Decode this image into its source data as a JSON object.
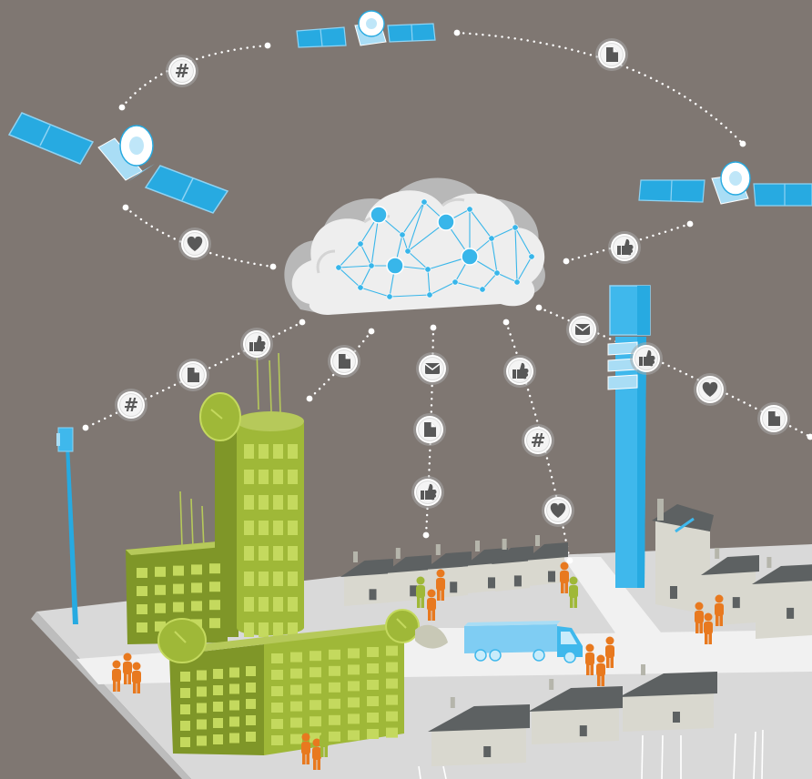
{
  "colors": {
    "background": "#7f7772",
    "cloud": "#eeeeee",
    "network": "#38b6ea",
    "satellite_panel": "#27aae1",
    "satellite_body": "#a9ddf5",
    "tower": "#3fb8ec",
    "building_green": "#9fb838",
    "building_green_dark": "#7f9628",
    "window": "#c4d95e",
    "house_wall": "#d9d8cf",
    "house_roof": "#5d6162",
    "ground": "#d9d9d9",
    "road": "#f1f1f1",
    "person_orange": "#e8791f",
    "person_green": "#9fb838",
    "truck": "#7fcdf3",
    "icon_fill": "#585858",
    "icon_border": "#ffffff"
  },
  "icon_glyphs": {
    "hashtag": "#",
    "document": "document-icon",
    "like": "thumbs-up-icon",
    "heart": "heart-icon",
    "mail": "envelope-icon"
  },
  "links": [
    {
      "id": "sat-left-to-top",
      "icons": [
        "hashtag"
      ]
    },
    {
      "id": "sat-top-to-right",
      "icons": [
        "document"
      ]
    },
    {
      "id": "sat-left-to-cloud",
      "icons": [
        "heart"
      ]
    },
    {
      "id": "sat-right-to-cloud",
      "icons": [
        "like"
      ]
    },
    {
      "id": "cloud-to-antenna",
      "icons": [
        "like",
        "document",
        "hashtag"
      ]
    },
    {
      "id": "cloud-to-office",
      "icons": [
        "document"
      ]
    },
    {
      "id": "cloud-to-houses-a",
      "icons": [
        "mail",
        "document",
        "like"
      ]
    },
    {
      "id": "cloud-to-houses-b",
      "icons": [
        "like",
        "hashtag",
        "heart"
      ]
    },
    {
      "id": "cloud-to-tower",
      "icons": [
        "mail",
        "like",
        "heart",
        "document"
      ]
    }
  ]
}
